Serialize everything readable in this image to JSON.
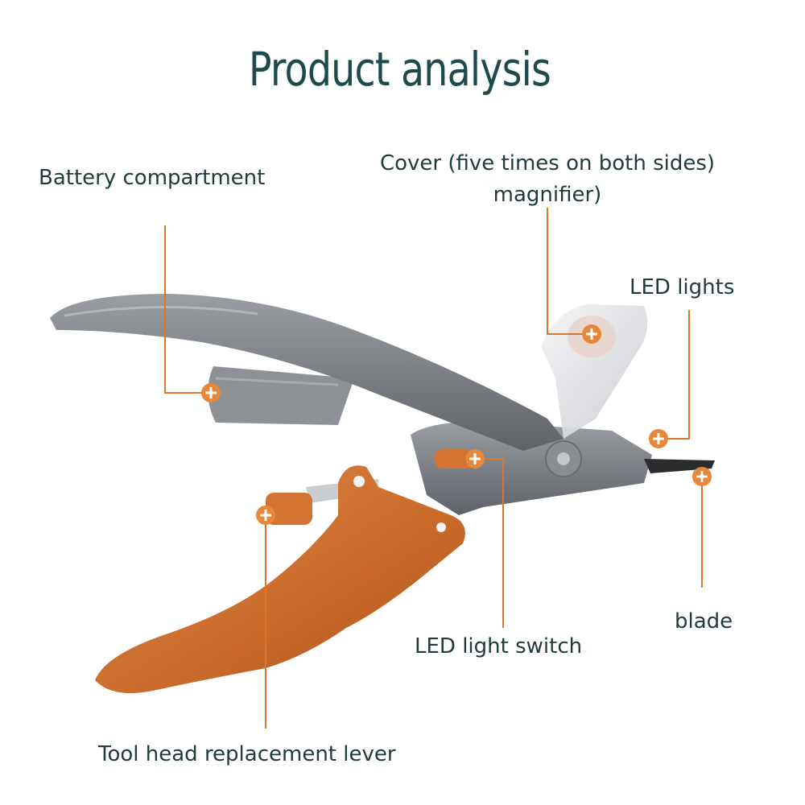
{
  "title": "Product analysis",
  "labels": {
    "battery": "Battery compartment",
    "cover_line1": "Cover (five times on both sides)",
    "cover_line2": "magnifier)",
    "led_lights": "LED lights",
    "blade": "blade",
    "led_switch": "LED light switch",
    "lever": "Tool head replacement lever"
  },
  "colors": {
    "title": "#1d4a4a",
    "text": "#1f3a3a",
    "leader_line": "#d9782c",
    "marker": "#e8873a",
    "body_gray": "#7d8186",
    "handle_orange": "#c8692a"
  }
}
